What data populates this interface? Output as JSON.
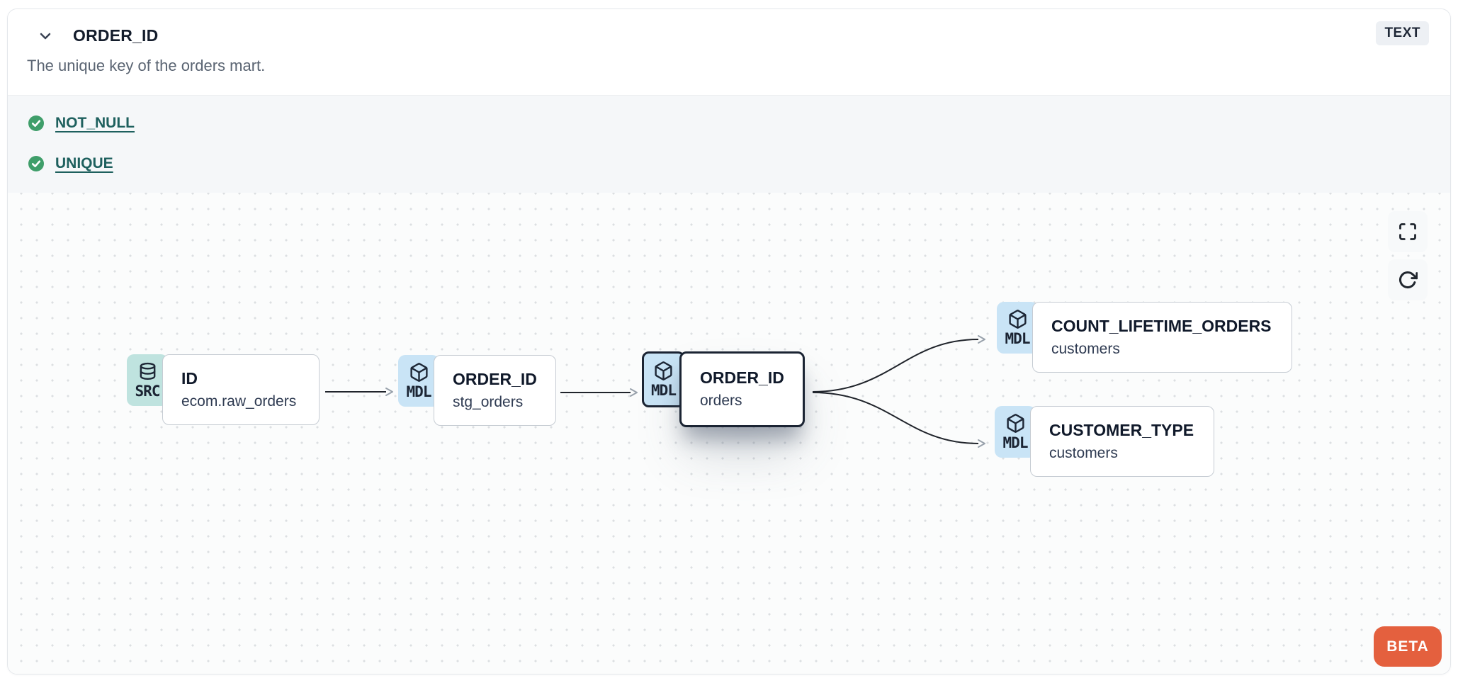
{
  "header": {
    "title": "ORDER_ID",
    "type_badge": "TEXT",
    "description": "The unique key of the orders mart."
  },
  "tests": [
    {
      "label": "NOT_NULL",
      "status": "pass",
      "icon": "check-circle-icon"
    },
    {
      "label": "UNIQUE",
      "status": "pass",
      "icon": "check-circle-icon"
    }
  ],
  "lineage": {
    "nodes": [
      {
        "id": "id-ecom-raw-orders",
        "kind": "SRC",
        "icon": "database-icon",
        "title": "ID",
        "subtitle": "ecom.raw_orders",
        "selected": false
      },
      {
        "id": "order-id-stg-orders",
        "kind": "MDL",
        "icon": "cube-icon",
        "title": "ORDER_ID",
        "subtitle": "stg_orders",
        "selected": false
      },
      {
        "id": "order-id-orders",
        "kind": "MDL",
        "icon": "cube-icon",
        "title": "ORDER_ID",
        "subtitle": "orders",
        "selected": true
      },
      {
        "id": "count-lifetime-orders-customers",
        "kind": "MDL",
        "icon": "cube-icon",
        "title": "COUNT_LIFETIME_ORDERS",
        "subtitle": "customers",
        "selected": false
      },
      {
        "id": "customer-type-customers",
        "kind": "MDL",
        "icon": "cube-icon",
        "title": "CUSTOMER_TYPE",
        "subtitle": "customers",
        "selected": false
      }
    ],
    "edges": [
      {
        "from": "id-ecom-raw-orders",
        "to": "order-id-stg-orders"
      },
      {
        "from": "order-id-stg-orders",
        "to": "order-id-orders"
      },
      {
        "from": "order-id-orders",
        "to": "count-lifetime-orders-customers"
      },
      {
        "from": "order-id-orders",
        "to": "customer-type-customers"
      }
    ],
    "controls": [
      {
        "name": "fullscreen"
      },
      {
        "name": "reset-view"
      }
    ],
    "beta_label": "BETA"
  },
  "colors": {
    "src_badge": "#bfe3df",
    "mdl_badge": "#c9e4f6",
    "test_pass_green": "#3f9e6a",
    "test_link_teal": "#1e605e",
    "beta_orange": "#e4603e",
    "selected_border": "#1b2433",
    "tests_section_bg": "#f5f7f9"
  }
}
